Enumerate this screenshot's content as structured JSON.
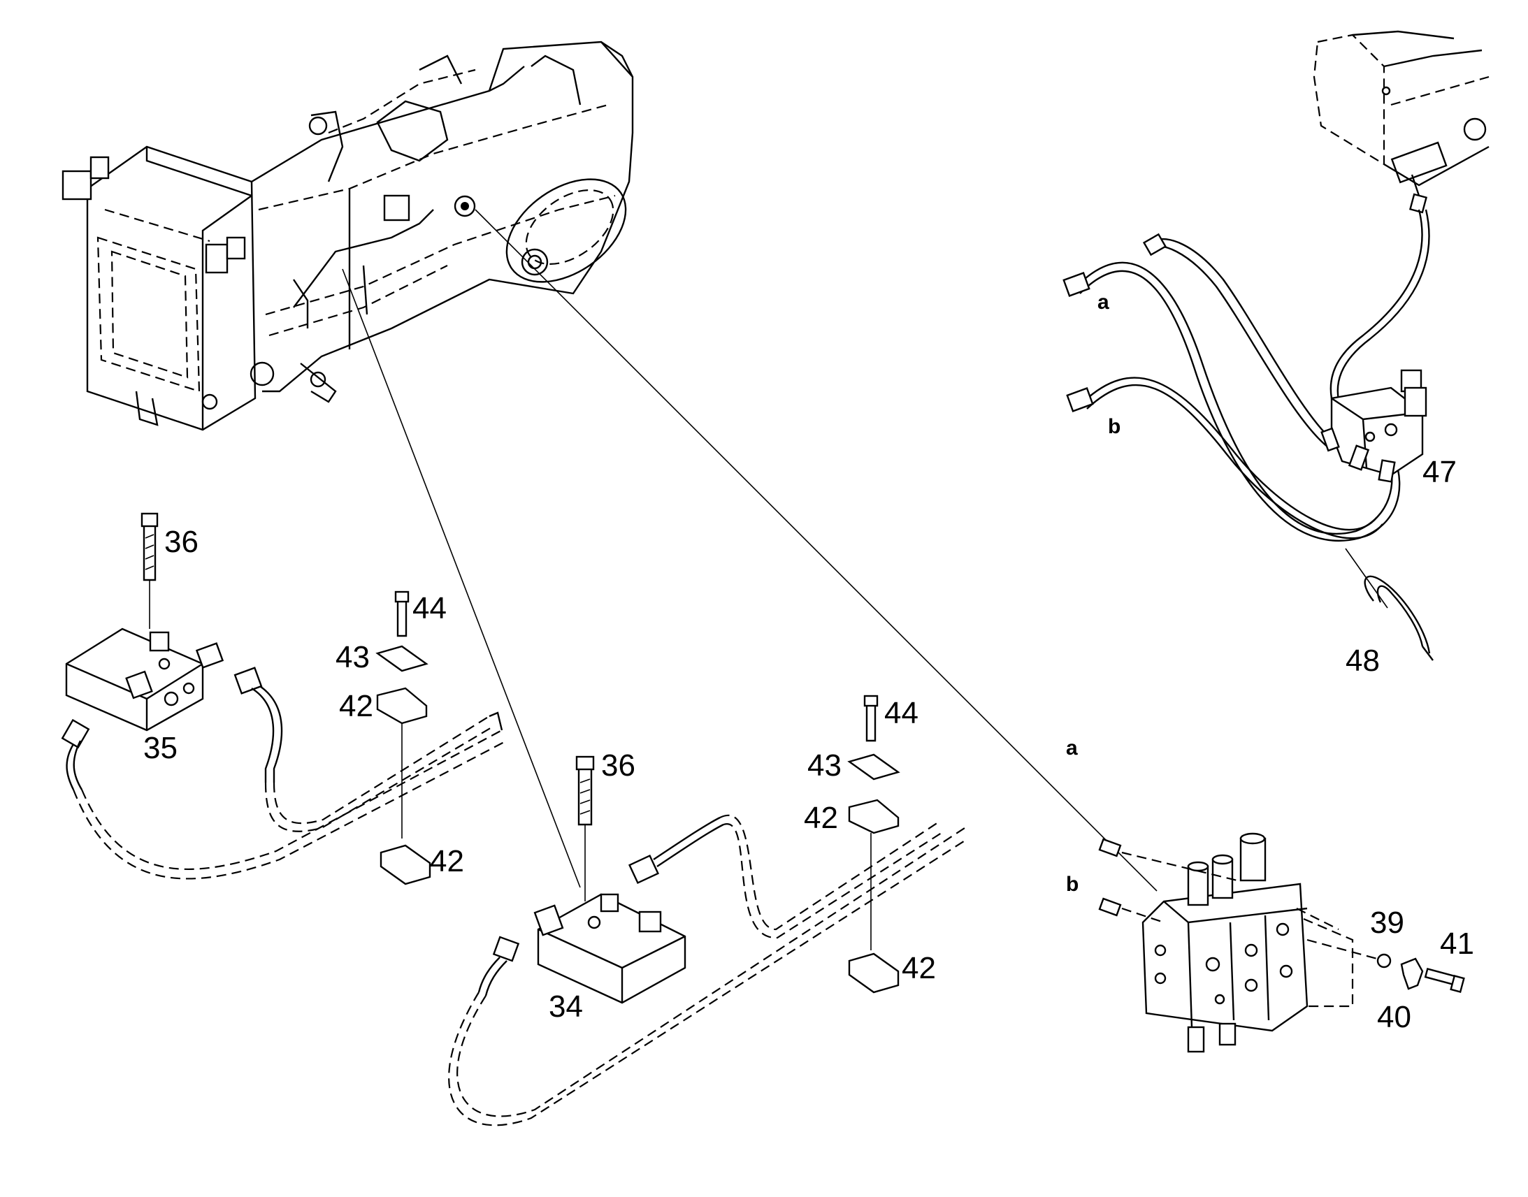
{
  "callouts": {
    "c34": "34",
    "c35": "35",
    "c36a": "36",
    "c36b": "36",
    "c39": "39",
    "c40": "40",
    "c41": "41",
    "c42a": "42",
    "c42b": "42",
    "c42c": "42",
    "c42d": "42",
    "c43a": "43",
    "c43b": "43",
    "c44a": "44",
    "c44b": "44",
    "c47": "47",
    "c48": "48",
    "la1": "a",
    "lb1": "b",
    "la2": "a",
    "lb2": "b"
  }
}
